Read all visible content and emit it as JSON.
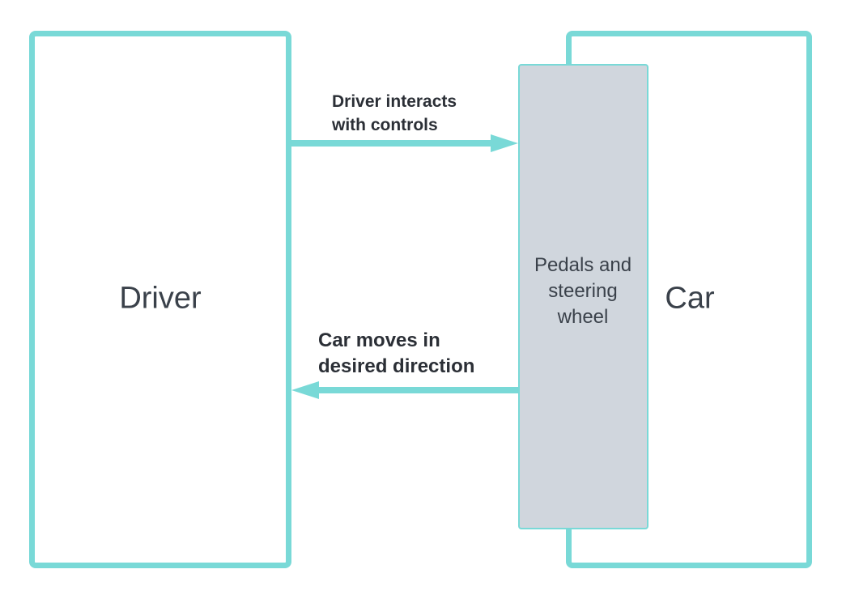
{
  "nodes": {
    "driver": "Driver",
    "car": "Car",
    "controls": "Pedals and steering wheel"
  },
  "edges": {
    "forward": "Driver interacts\nwith controls",
    "back": "Car moves in\ndesired direction"
  },
  "colors": {
    "accent": "#79D9D7",
    "controls_fill": "#D0D6DD",
    "text": "#3A414A"
  }
}
